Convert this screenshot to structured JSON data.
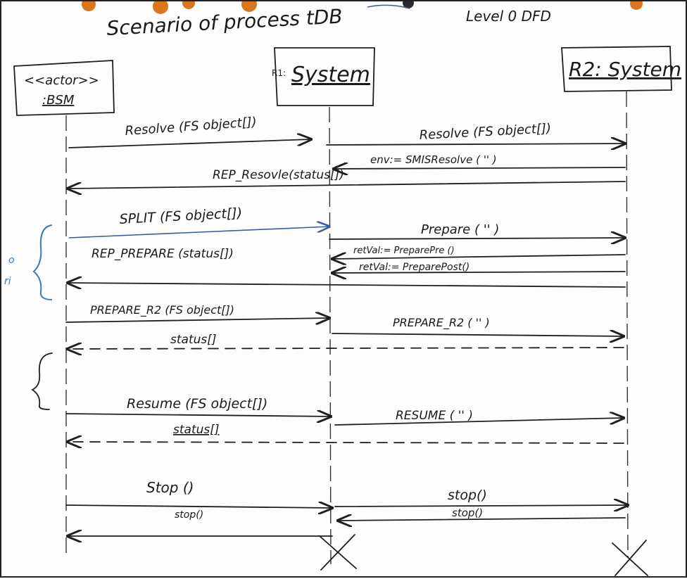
{
  "title": "Scenario of process tDB",
  "corner_note": "Level 0 DFD",
  "actors": {
    "bsm_stereotype": "<<actor>>",
    "bsm_name": ":BSM",
    "r1_prefix": "R1:",
    "r1_name": "System",
    "r2_name": "R2: System"
  },
  "messages": {
    "resolve_call": "Resolve (FS object[])",
    "resolve_r2": "Resolve (FS object[])",
    "env_resolve": "env:= SMISResolve ( '' )",
    "rep_resolve": "REP_Resovle(status[])",
    "split_call": "SPLIT (FS object[])",
    "prepare_r2": "Prepare ( '' )",
    "prepare_pre": "retVal:= PreparePre ()",
    "prepare_post": "retVal:= PreparePost()",
    "rep_prepare": "REP_PREPARE (status[])",
    "prepare_r2_call": "PREPARE_R2 (FS object[])",
    "prepare_r2_forward": "PREPARE_R2 ( '' )",
    "status_1": "status[]",
    "resume_call": "Resume (FS object[])",
    "resume_forward": "RESUME ( '' )",
    "status_2": "status[]",
    "stop_call": "Stop ()",
    "stop_small": "stop()",
    "stop_forward": "stop()",
    "stop_return": "stop()"
  }
}
